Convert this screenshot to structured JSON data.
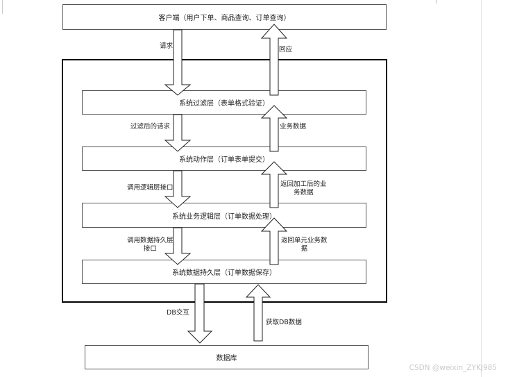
{
  "nodes": {
    "client": "客户端（用户下单、商品查询、订单查询）",
    "filter": "系统过滤层（表单格式验证）",
    "action": "系统动作层（订单表单提交）",
    "business": "系统业务逻辑层（订单数据处理）",
    "persistence": "系统数据持久层（订单数据保存）",
    "database": "数据库"
  },
  "edges": {
    "request": "请求",
    "response": "回应",
    "filtered_request": "过滤后的请求",
    "business_data": "业务数据",
    "call_logic_1": "调用逻辑层接口",
    "return_processed_1": "返回加工后的业",
    "return_processed_2": "务数据",
    "call_persist_1": "调用数据持久层",
    "call_persist_2": "接口",
    "return_unit_1": "返回单元业务数",
    "return_unit_2": "据",
    "db_interact": "DB交互",
    "get_db_data": "获取DB数据"
  },
  "watermark": "CSDN @weixin_ZYKJ985"
}
